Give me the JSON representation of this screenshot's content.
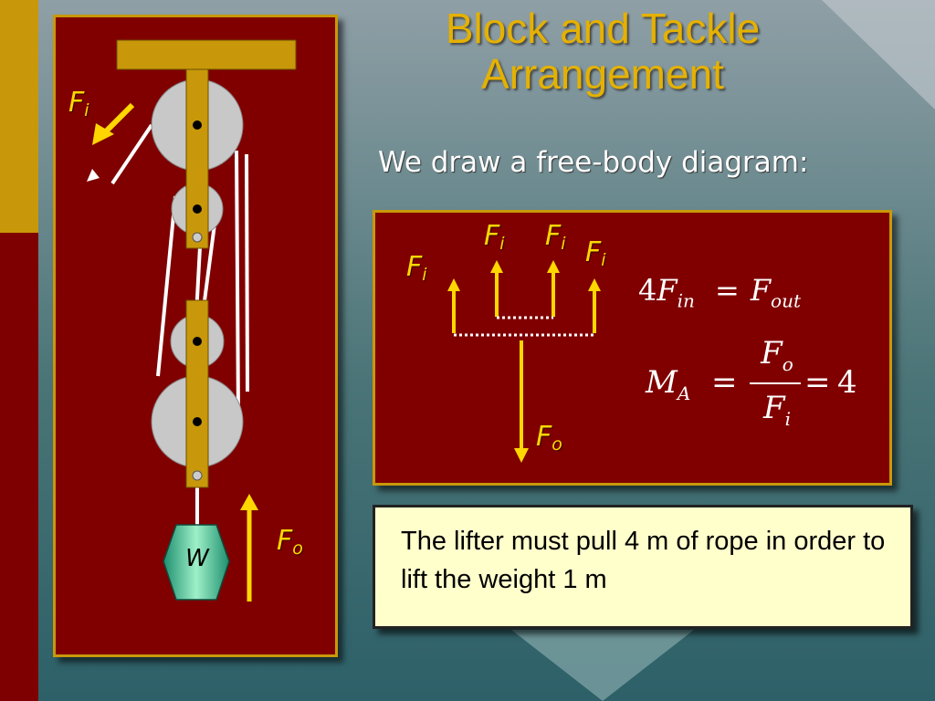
{
  "title_line1": "Block and Tackle",
  "title_line2": "Arrangement",
  "subtitle": "We draw a free-body diagram:",
  "pulley_diagram": {
    "input_force": {
      "symbol": "F",
      "subscript": "i"
    },
    "output_force": {
      "symbol": "F",
      "subscript": "o"
    },
    "weight_label": "W"
  },
  "free_body_diagram": {
    "forces": [
      {
        "symbol": "F",
        "subscript": "i"
      },
      {
        "symbol": "F",
        "subscript": "i"
      },
      {
        "symbol": "F",
        "subscript": "i"
      },
      {
        "symbol": "F",
        "subscript": "i"
      }
    ],
    "output": {
      "symbol": "F",
      "subscript": "o"
    }
  },
  "equations": {
    "eq1": {
      "coef": "4",
      "lhs_symbol": "F",
      "lhs_sub": "in",
      "op": "=",
      "rhs_symbol": "F",
      "rhs_sub": "out"
    },
    "eq2": {
      "lhs_symbol": "M",
      "lhs_sub": "A",
      "op": "=",
      "num_symbol": "F",
      "num_sub": "o",
      "den_symbol": "F",
      "den_sub": "i",
      "op2": "=",
      "value": "4"
    }
  },
  "note": "The lifter must pull 4 m of rope in order to lift the weight 1 m",
  "colors": {
    "background_teal": "#2d6068",
    "panel_maroon": "#800000",
    "gold": "#c8980a",
    "label_yellow": "#ffd700",
    "note_bg": "#ffffcc"
  }
}
